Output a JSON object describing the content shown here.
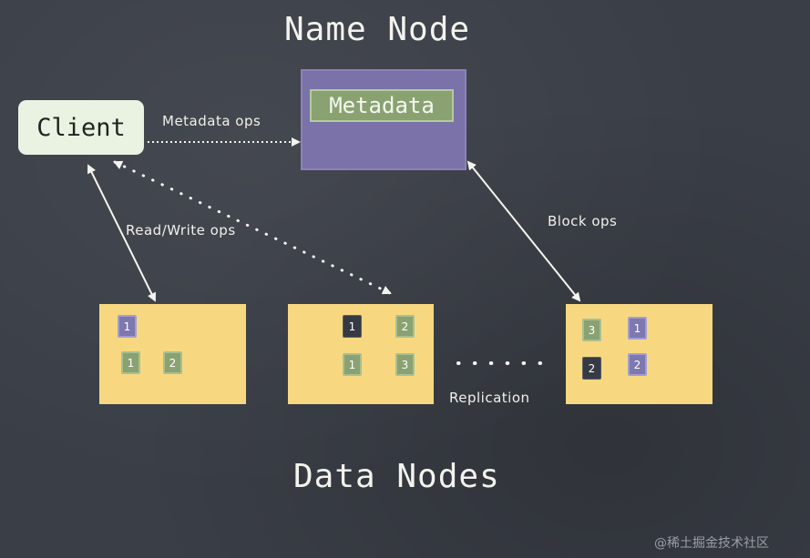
{
  "titles": {
    "name_node": "Name Node",
    "data_nodes": "Data Nodes"
  },
  "client": {
    "label": "Client"
  },
  "metadata": {
    "label": "Metadata"
  },
  "edges": {
    "metadata_ops": "Metadata ops",
    "read_write_ops": "Read/Write ops",
    "block_ops": "Block ops",
    "replication": "Replication"
  },
  "data_nodes": [
    {
      "blocks": [
        {
          "label": "1",
          "color": "purple"
        },
        {
          "label": "1",
          "color": "green"
        },
        {
          "label": "2",
          "color": "green"
        }
      ]
    },
    {
      "blocks": [
        {
          "label": "1",
          "color": "dark"
        },
        {
          "label": "2",
          "color": "green"
        },
        {
          "label": "1",
          "color": "green"
        },
        {
          "label": "3",
          "color": "green"
        }
      ]
    },
    {
      "blocks": [
        {
          "label": "3",
          "color": "green"
        },
        {
          "label": "1",
          "color": "purple"
        },
        {
          "label": "2",
          "color": "dark"
        },
        {
          "label": "2",
          "color": "purple"
        }
      ]
    }
  ],
  "colors": {
    "background": "#3a3e46",
    "client": "#eaf2e2",
    "name_node": "#7a72a8",
    "metadata": "#8aa272",
    "data_node": "#f7d880"
  },
  "watermark": "@稀土掘金技术社区"
}
